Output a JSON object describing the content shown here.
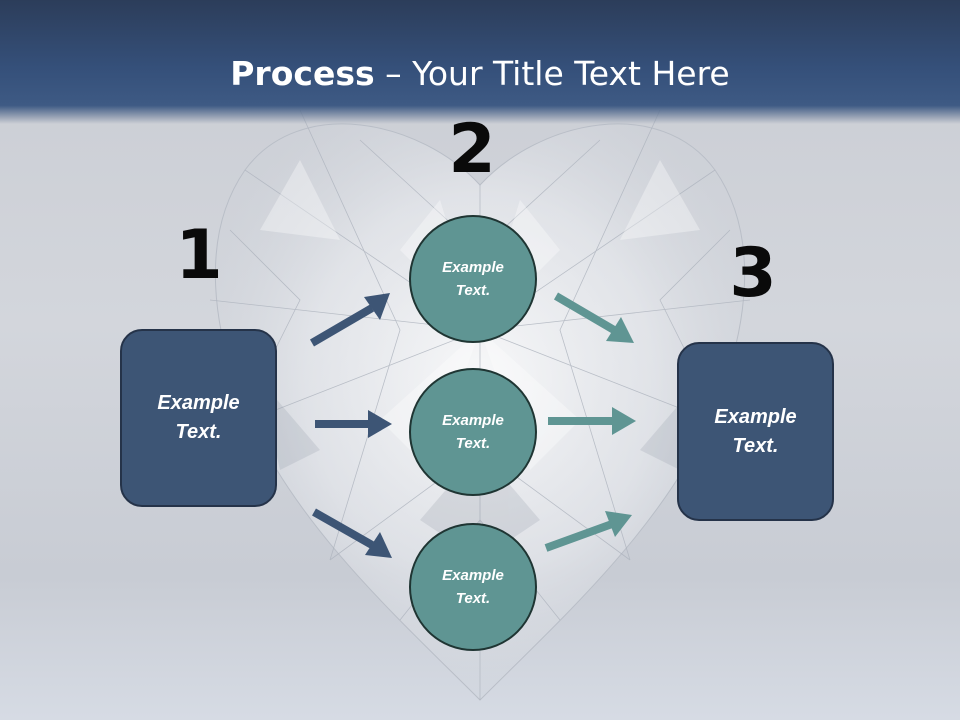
{
  "title": {
    "bold": "Process",
    "rest": " – Your Title Text Here"
  },
  "steps": [
    "1",
    "2",
    "3"
  ],
  "input_box": {
    "text": "Example\nText."
  },
  "circles": [
    {
      "text": "Example\nText."
    },
    {
      "text": "Example\nText."
    },
    {
      "text": "Example\nText."
    }
  ],
  "output_box": {
    "text": "Example\nText."
  },
  "colors": {
    "header": "#35507a",
    "box_fill": "#3d5575",
    "circle_fill": "#5f9593",
    "arrow_dark": "#3d5575",
    "arrow_teal": "#5f9593"
  }
}
